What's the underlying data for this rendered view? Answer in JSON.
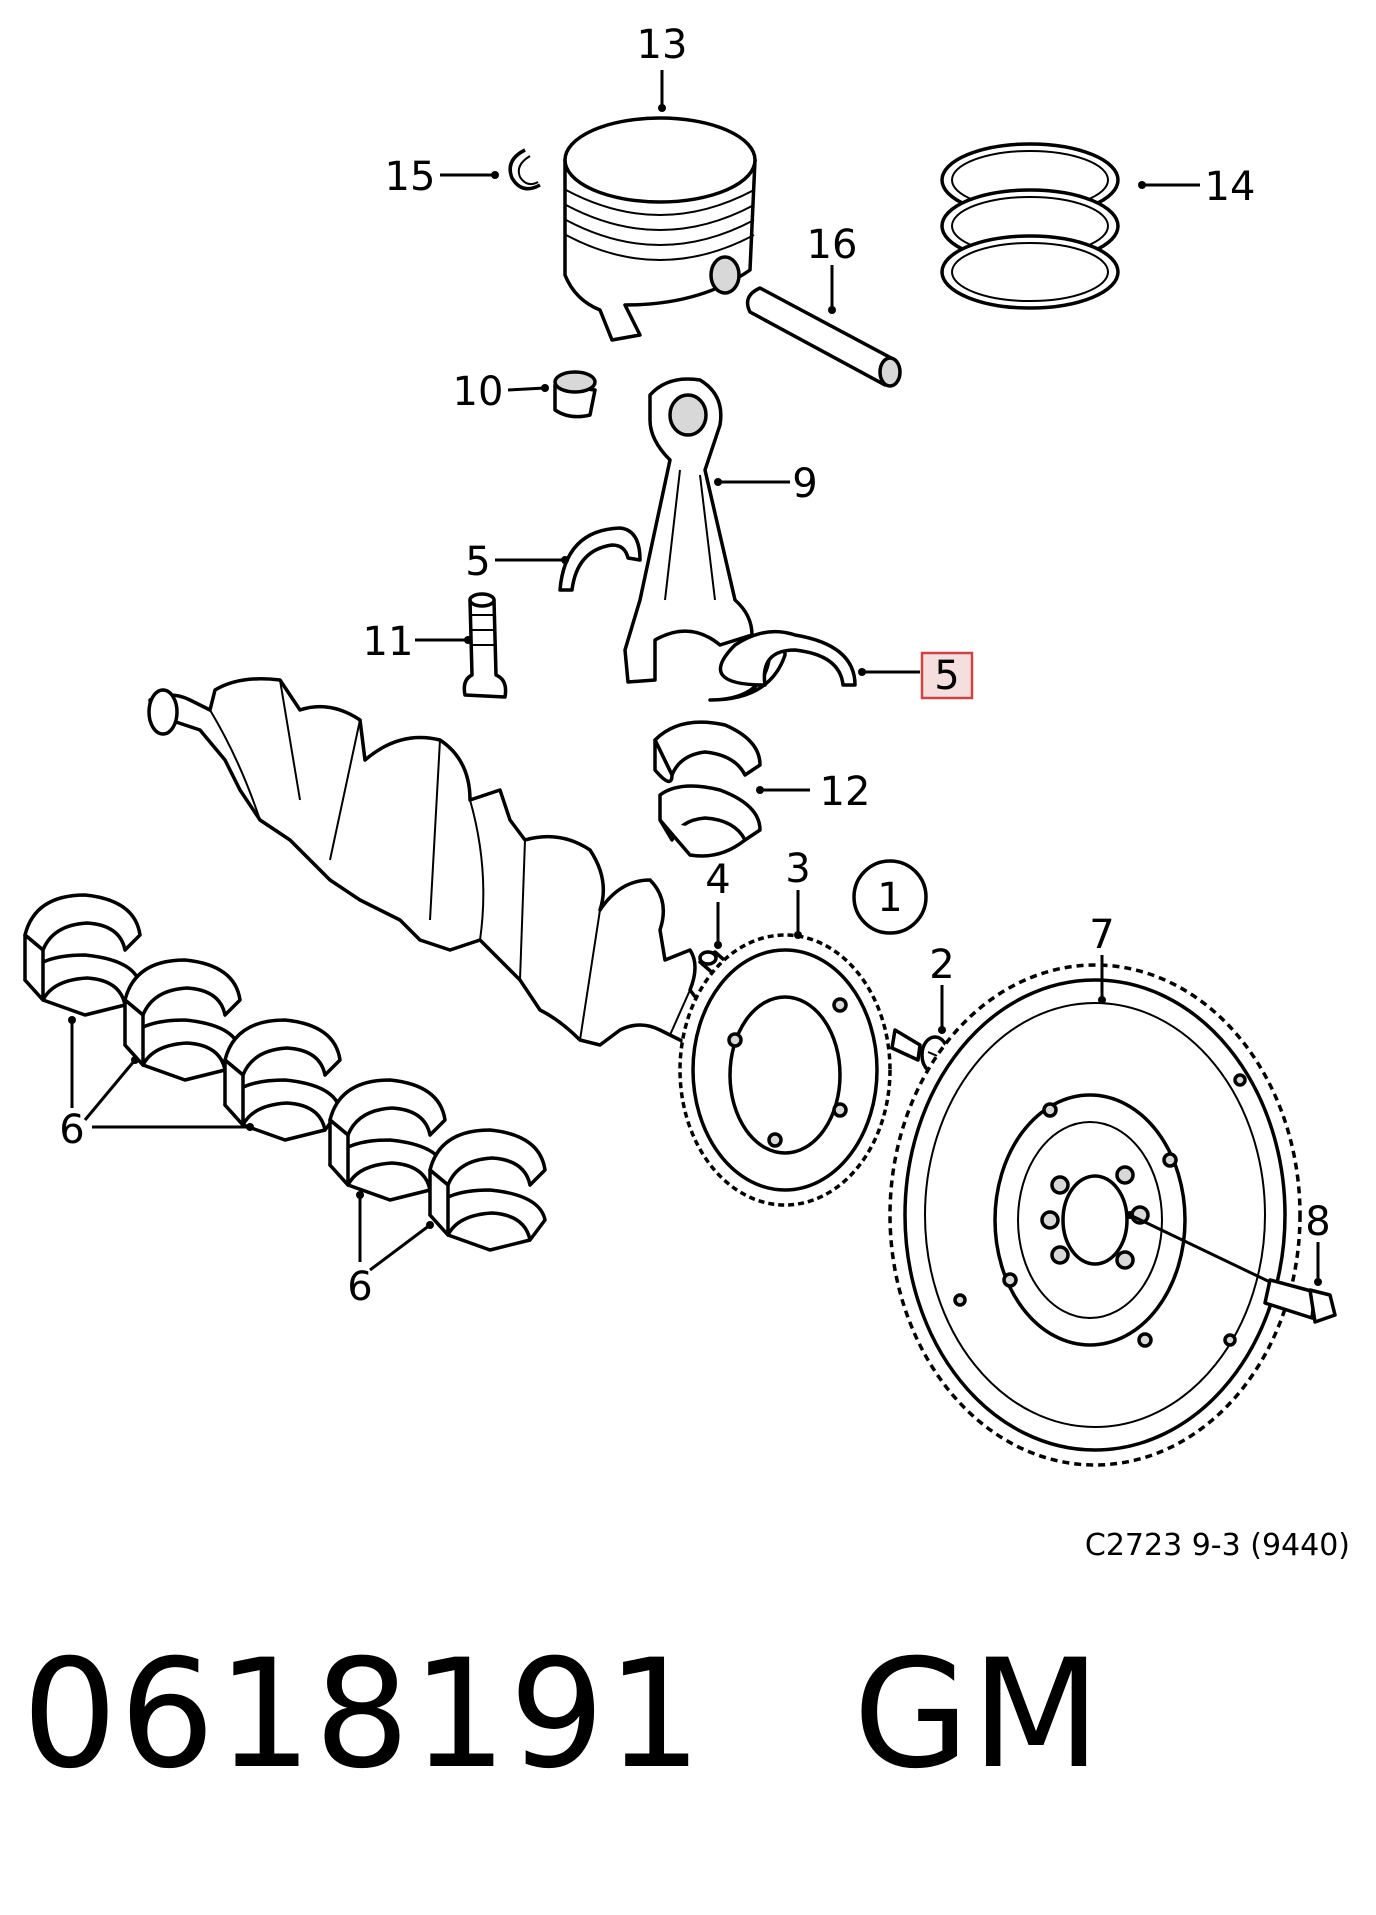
{
  "callouts": {
    "c13": "13",
    "c15": "15",
    "c14": "14",
    "c16": "16",
    "c10": "10",
    "c9": "9",
    "c5a": "5",
    "c11": "11",
    "c5b": "5",
    "c12": "12",
    "c4": "4",
    "c3": "3",
    "c1": "1",
    "c2": "2",
    "c7": "7",
    "c6a": "6",
    "c6b": "6",
    "c8": "8"
  },
  "highlight_color": "#cc4444",
  "highlight_fill": "#f4dede",
  "drawing_code": "C2723 9-3 (9440)",
  "part_number": "0618191   GM"
}
